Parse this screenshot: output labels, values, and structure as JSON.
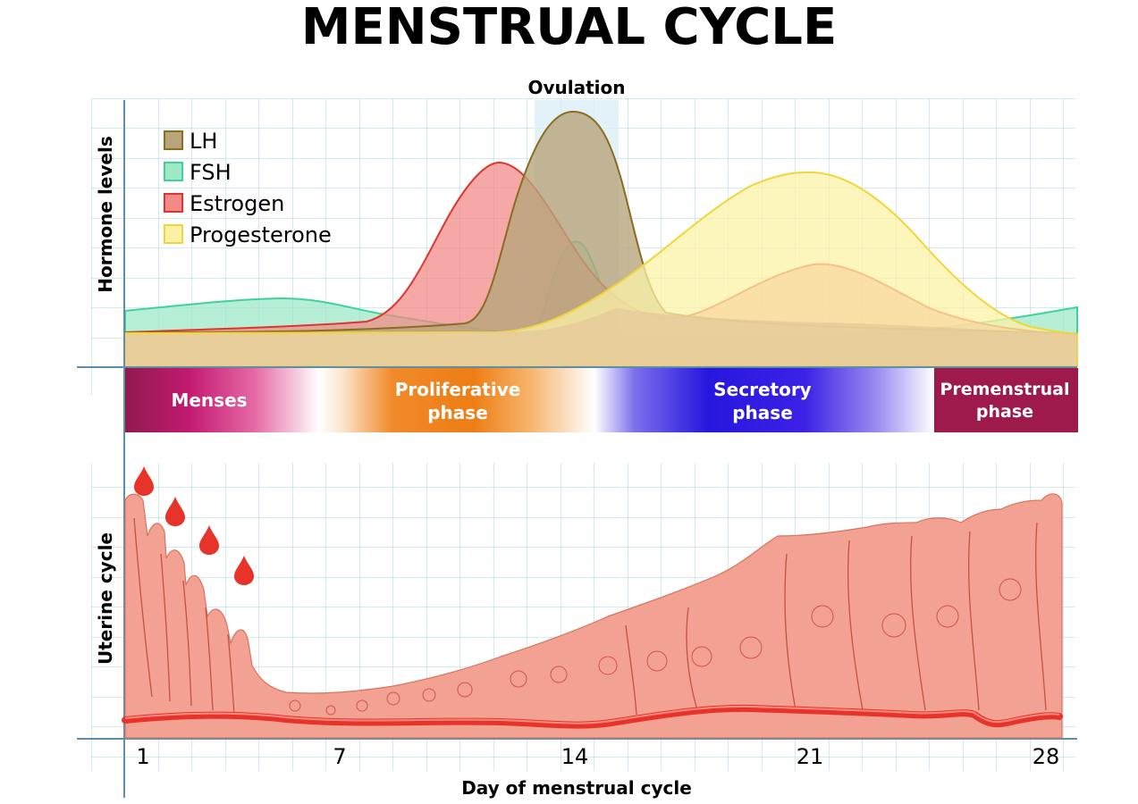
{
  "title": "MENSTRUAL CYCLE",
  "hormone_panel": {
    "ylabel": "Hormone levels",
    "ovulation_label": "Ovulation",
    "legend": [
      {
        "key": "lh",
        "label": "LH",
        "color": "#b8a57c",
        "stroke": "#8a6d1e"
      },
      {
        "key": "fsh",
        "label": "FSH",
        "color": "#9fe8c8",
        "stroke": "#3fd39a"
      },
      {
        "key": "estrogen",
        "label": "Estrogen",
        "color": "#f28b88",
        "stroke": "#e0352f"
      },
      {
        "key": "progesterone",
        "label": "Progesterone",
        "color": "#fbf2a6",
        "stroke": "#f1d63a"
      }
    ]
  },
  "phases": [
    {
      "key": "menses",
      "label": "Menses"
    },
    {
      "key": "proliferative",
      "label": "Proliferative phase"
    },
    {
      "key": "secretory",
      "label": "Secretory phase"
    },
    {
      "key": "premenstrual",
      "label": "Premenstrual phase"
    }
  ],
  "phase_colors": {
    "menses": "#b8186a",
    "proliferative": "#ef7d14",
    "secretory": "#2a18e0",
    "premenstrual": "#9e1a4c"
  },
  "uterine_panel": {
    "ylabel": "Uterine cycle",
    "tissue_color": "#f2a193",
    "vessel_color": "#e8332b"
  },
  "x_axis": {
    "label": "Day of menstrual cycle",
    "ticks": [
      "1",
      "7",
      "14",
      "21",
      "28"
    ]
  }
}
